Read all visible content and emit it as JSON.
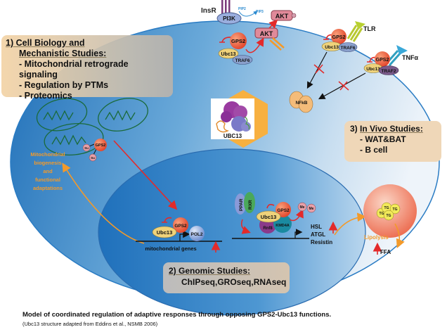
{
  "membrane": {
    "insr_label": "InsR",
    "pi3k_label": "PI3K",
    "pip2_label": "PIP2",
    "pip3_label": "PIP3",
    "akt_label": "AKT",
    "akt_p_label": "AKT",
    "tlr_label": "TLR",
    "tnfa_label": "TNFα"
  },
  "complexes": {
    "gps2": "GPS2",
    "ubc13": "Ubc13",
    "traf6": "TRAF6",
    "traf2": "TRAF2",
    "nfkb": "NFkB",
    "pol2": "POL2",
    "ppar": "PPAR",
    "rxr": "RXR",
    "rnf8": "Rnf8",
    "kmd4a": "KMD4A",
    "me": "Me",
    "su": "Su",
    "tg": "TG"
  },
  "structure_label": "UBC13",
  "mito_text": [
    "Mitochondrial",
    "biogenesis",
    "and",
    "functional",
    "adaptations"
  ],
  "genes": {
    "mito_genes": "mitochondrial genes",
    "targets": [
      "HSL",
      "ATGL",
      "Resistin"
    ]
  },
  "lipid": {
    "lipolysis": "Lipolysis",
    "ffa": "FFA"
  },
  "box1": {
    "title_line1": "1) Cell Biology and",
    "title_line2": "Mechanistic Studies:",
    "items": [
      "- Mitochondrial retrograde signaling",
      "- Regulation by PTMs",
      "- Proteomics"
    ]
  },
  "box2": {
    "title": "2) Genomic Studies:",
    "body": "ChIPseq,GROseq,RNAseq"
  },
  "box3": {
    "title_prefix": "3) ",
    "title": "In Vivo Studies:",
    "items": [
      "- WAT&BAT",
      "- B cell"
    ]
  },
  "caption": {
    "main": "Model of coordinated regulation of adaptive responses through opposing GPS2-Ubc13 functions.",
    "sub": "(Ubc13 structure adapted from Eddins et al., NSMB 2006)"
  },
  "colors": {
    "cell_dark": "#2a7cc4",
    "cell_light": "#e6f0f8",
    "gps2": "#ee5a3c",
    "ubc13": "#efd27a",
    "traf6": "#8aa0cc",
    "traf2": "#7a5a8a",
    "arrow_red": "#e32a2a",
    "arrow_orange": "#f39a2a",
    "box_bg": "#f3d4a8",
    "hexagon": "#f7b040"
  }
}
